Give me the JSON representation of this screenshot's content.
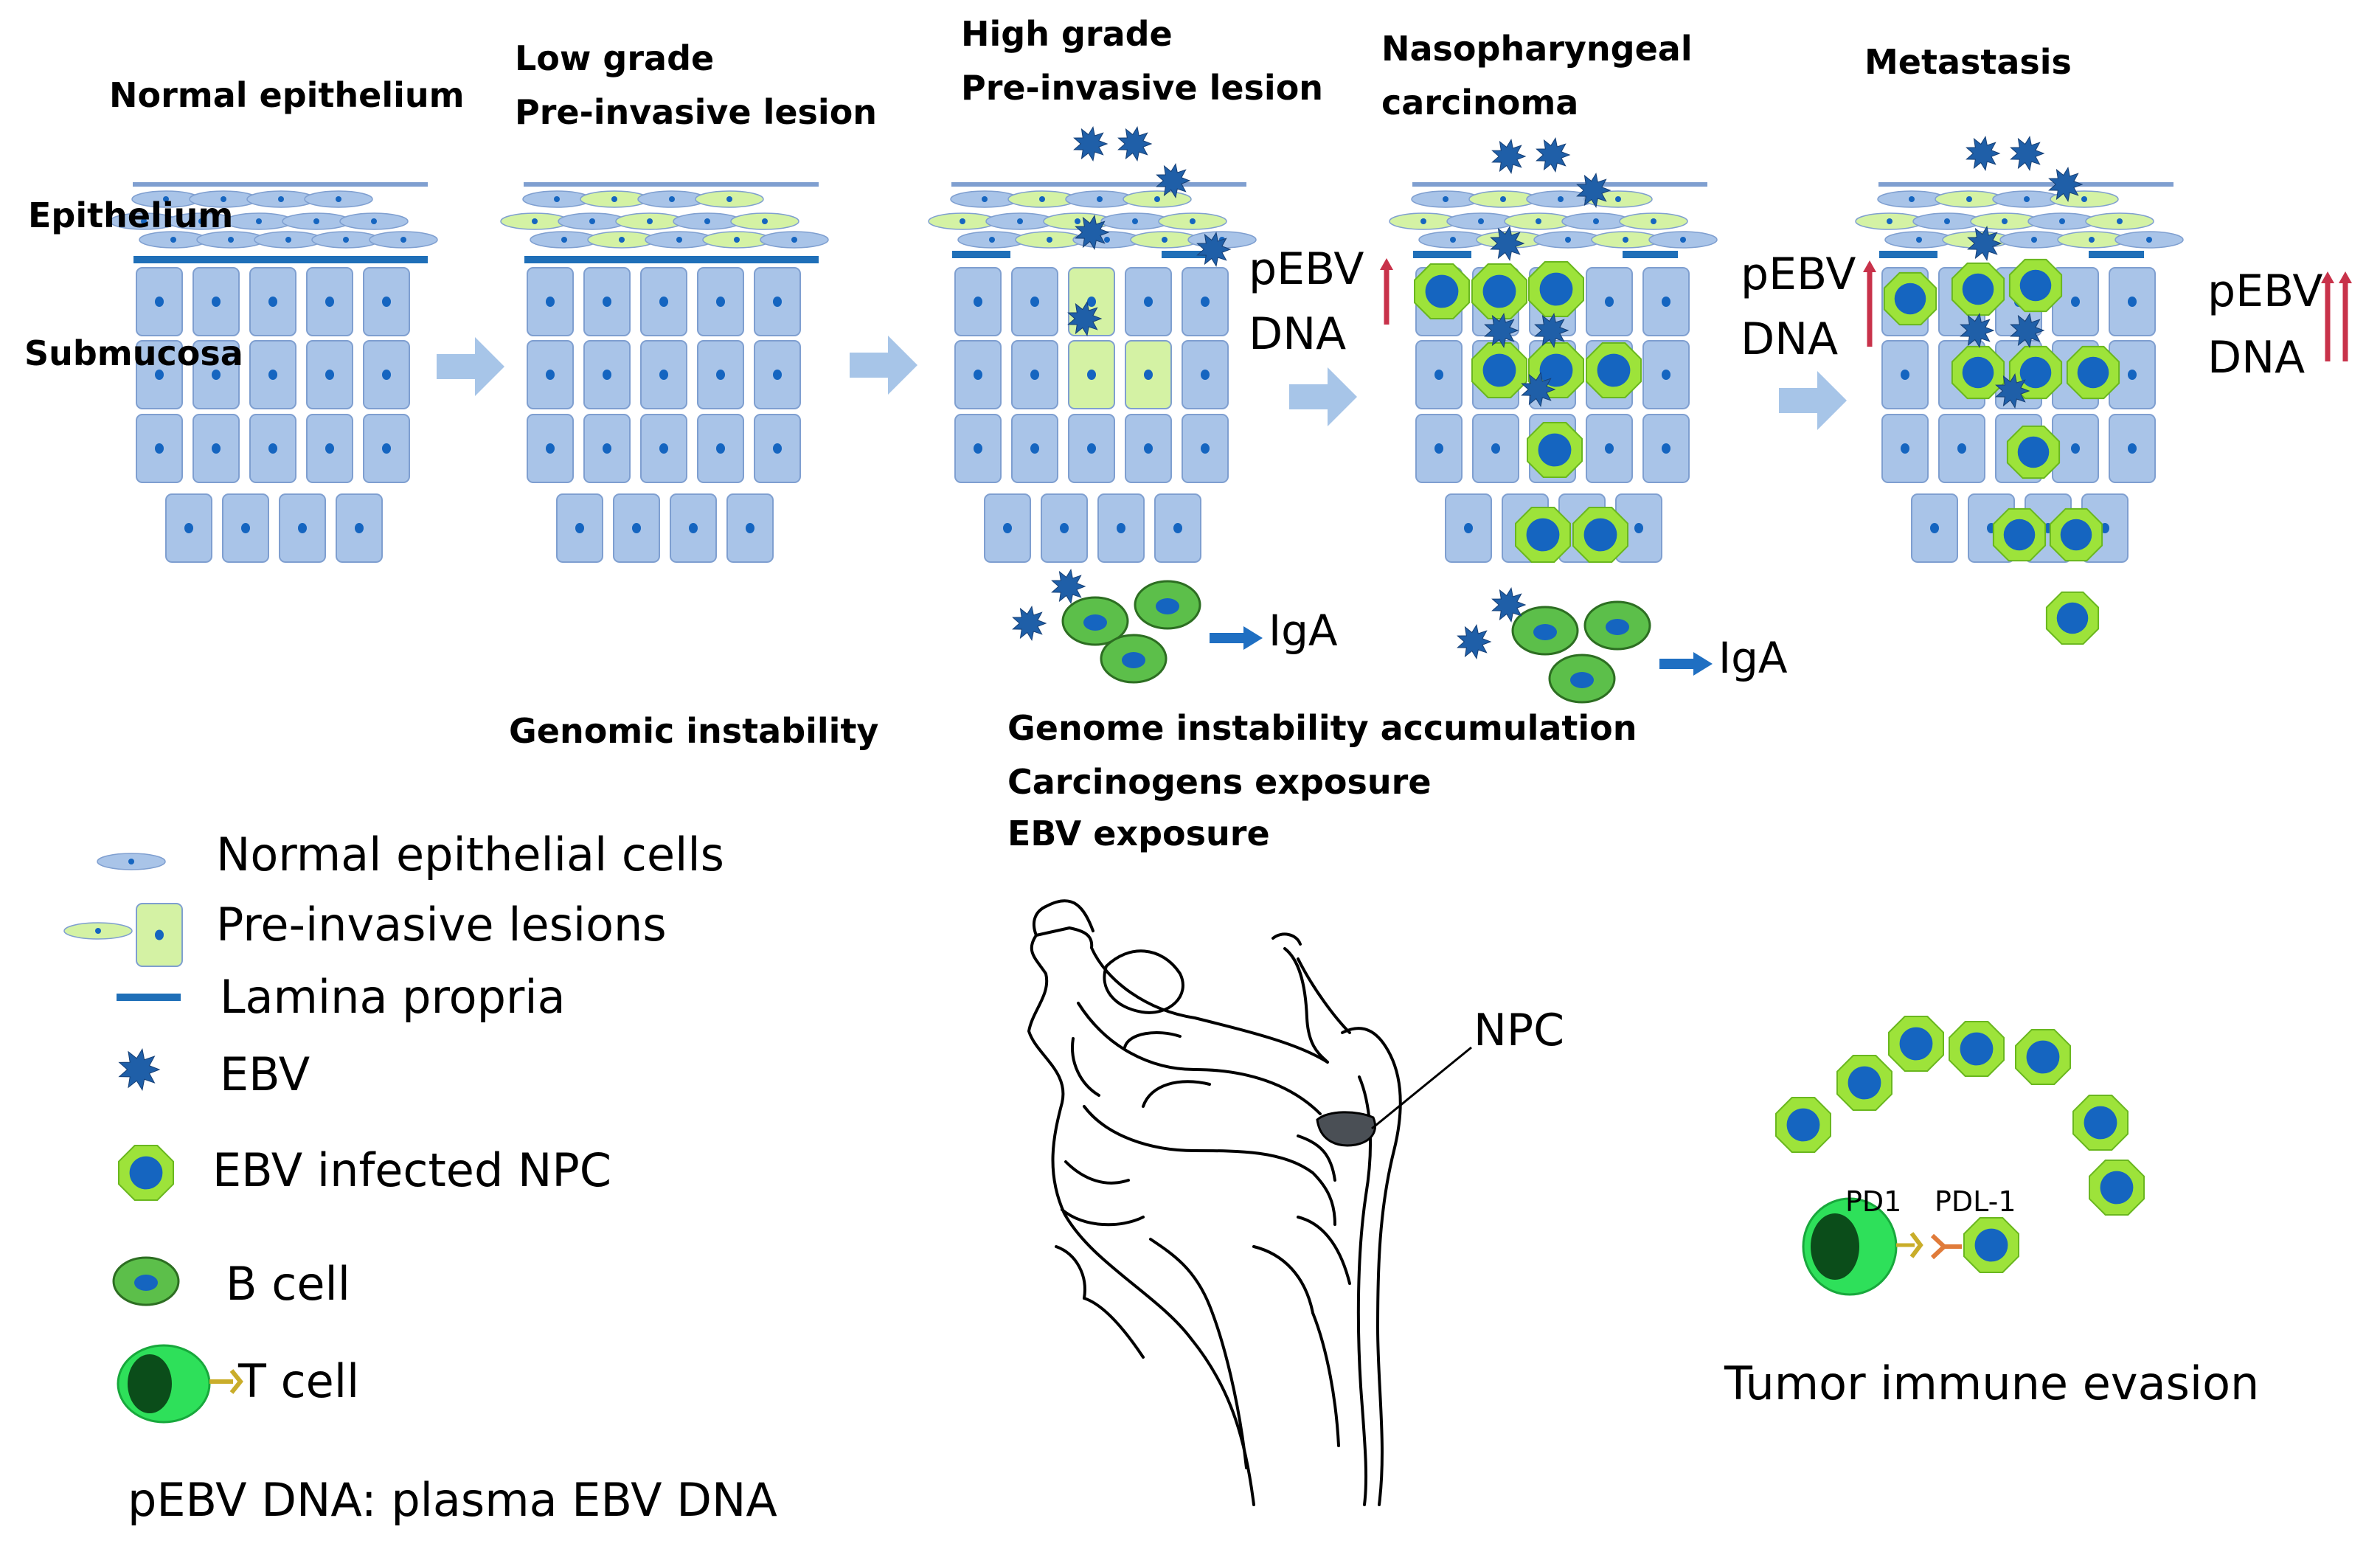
{
  "stages": [
    {
      "title": "Normal epithelium"
    },
    {
      "title": "Low grade",
      "title2": "Pre-invasive lesion"
    },
    {
      "title": "High grade",
      "title2": "Pre-invasive lesion"
    },
    {
      "title": "Nasopharyngeal",
      "title2": "carcinoma"
    },
    {
      "title": "Metastasis"
    }
  ],
  "layer_labels": {
    "epithelium": "Epithelium",
    "submucosa": "Submucosa"
  },
  "pebv": {
    "line1": "pEBV",
    "line2": "DNA"
  },
  "iga": "IgA",
  "notes": {
    "genomic_instability": "Genomic instability",
    "accumulation": "Genome instability accumulation",
    "carcinogens": "Carcinogens exposure",
    "ebv_exposure": "EBV exposure"
  },
  "legend": [
    {
      "label": "Normal epithelial cells"
    },
    {
      "label": "Pre-invasive lesions"
    },
    {
      "label": "Lamina propria"
    },
    {
      "label": "EBV"
    },
    {
      "label": "EBV infected NPC"
    },
    {
      "label": "B cell"
    },
    {
      "label": "T cell"
    }
  ],
  "footnote": "pEBV DNA: plasma EBV DNA",
  "anatomy_label": "NPC",
  "immune": {
    "pd1": "PD1",
    "pdl1": "PDL-1",
    "caption": "Tumor immune evasion"
  },
  "colors": {
    "cell_fill": "#a9c4e8",
    "cell_stroke": "#7f9fd0",
    "lesion_fill": "#d4f2a4",
    "npc_fill": "#9de33a",
    "nucleus": "#1565c0",
    "lamina": "#1f6fb8",
    "arrow": "#a7c5e8",
    "pebv_arrow": "#c8324a",
    "b_cell": "#5cbf4a",
    "t_cell_outer": "#2ee05a",
    "t_cell_inner": "#0b4d1a"
  }
}
